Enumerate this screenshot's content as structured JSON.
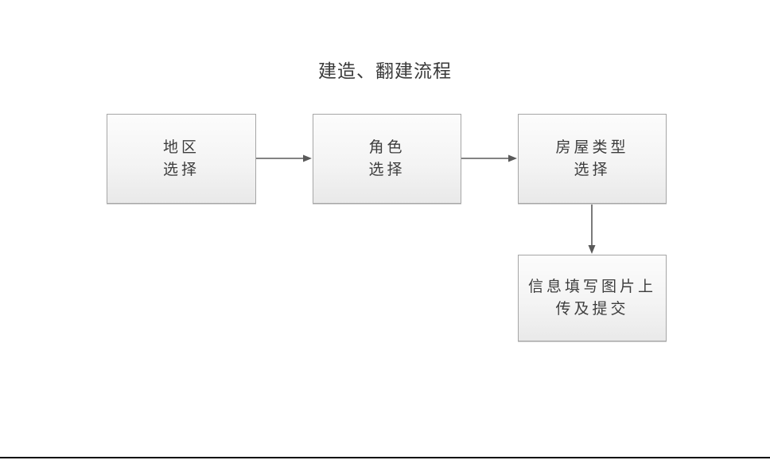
{
  "page": {
    "title": "建造、翻建流程",
    "background": "#ffffff",
    "footer_rule_color": "#0a0a0a"
  },
  "colors": {
    "box_border": "#a6a6a6",
    "box_fill_top": "#fcfcfc",
    "box_fill_bottom": "#e9e9e9",
    "box_text": "#3d3d3d",
    "title_text": "#3a3a3a",
    "arrow": "#5a5a5a"
  },
  "flow": {
    "nodes": [
      {
        "id": "region-select",
        "label": "地区\n选择"
      },
      {
        "id": "role-select",
        "label": "角色\n选择"
      },
      {
        "id": "house-type-select",
        "label": "房屋类型\n选择"
      },
      {
        "id": "info-upload-submit",
        "label": "信息填写图片上\n传及提交"
      }
    ],
    "edges": [
      {
        "from": "region-select",
        "to": "role-select",
        "direction": "right"
      },
      {
        "from": "role-select",
        "to": "house-type-select",
        "direction": "right"
      },
      {
        "from": "house-type-select",
        "to": "info-upload-submit",
        "direction": "down"
      }
    ]
  }
}
